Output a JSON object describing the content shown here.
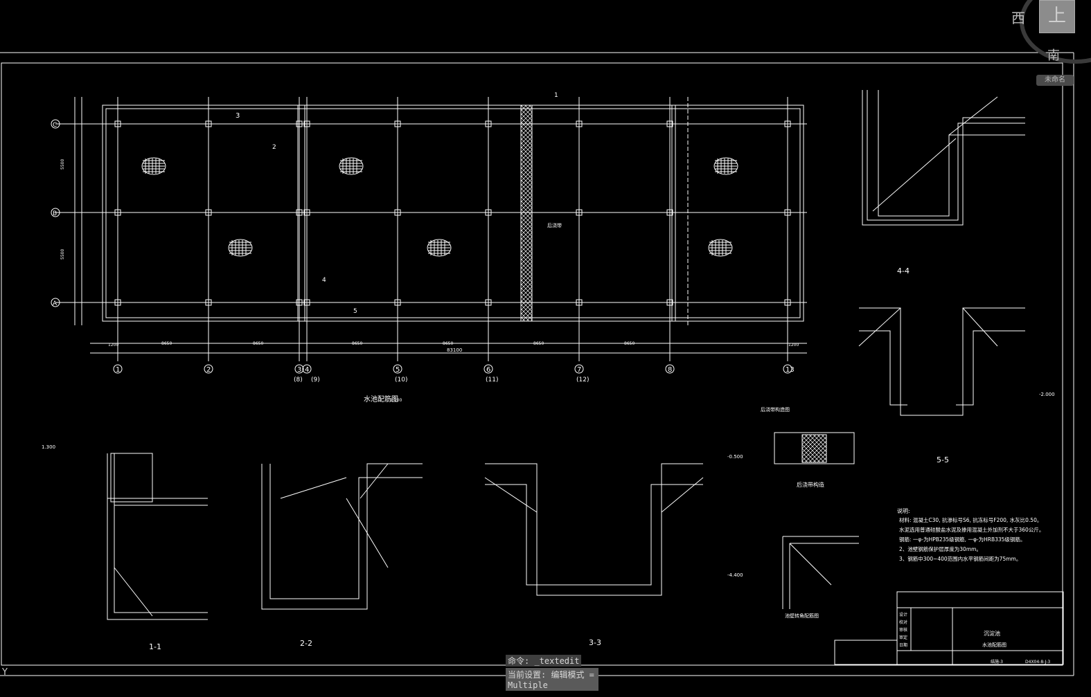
{
  "viewcube": {
    "top_face": "上",
    "west": "西",
    "south": "南",
    "named_view": "未命名"
  },
  "command": {
    "history": "命令: _textedit",
    "current": "当前设置: 编辑模式 = Multiple"
  },
  "ucs": {
    "y": "Y"
  },
  "plan": {
    "title": "水池配筋图",
    "scale": "1:100",
    "rows": [
      "C",
      "B",
      "A"
    ],
    "row_dims": [
      "5500",
      "5500"
    ],
    "total_dim": "83100",
    "span_dims": [
      "8650",
      "8650",
      "8650",
      "8650",
      "8650",
      "8650"
    ],
    "end_dims": [
      "1200",
      "1200"
    ],
    "axis_labels": [
      "1",
      "2",
      "3",
      "4",
      "5",
      "6",
      "7",
      "8",
      "13"
    ],
    "sub_labels": [
      "8",
      "9",
      "10",
      "11",
      "12"
    ],
    "post_band_label": "后浇带",
    "cut_marks": [
      "1",
      "2",
      "3",
      "4",
      "5"
    ]
  },
  "sections": {
    "s11": "1-1",
    "s22": "2-2",
    "s33": "3-3",
    "s44": "4-4",
    "s55": "5-5",
    "post_pour": "后浇带构造",
    "corner": "池壁转角配筋图",
    "post_pour_head": "后浇带构造图"
  },
  "levels": {
    "l1": "1.300",
    "l2": "-0.500",
    "l3": "-4.400",
    "l4": "-2.000"
  },
  "notes": {
    "title": "说明:",
    "lines": [
      "材料: 混凝土C30, 抗渗标号S6, 抗冻标号F200,     水灰比0.50。",
      "     水泥选用普通硅酸盐水泥及掺用混凝土外加剂不大于360公斤。",
      "钢筋: 一φ-为HPB235级钢筋, 一φ-为HRB335级钢筋。",
      "2、池壁钢筋保护层厚度为30mm。",
      "3、钢筋中300~400范围内水平钢筋间距为75mm。"
    ]
  },
  "title_block": {
    "project": "沉淀池",
    "drawing": "水池配筋图",
    "code": "D4X04-8-J-3",
    "drawing_no": "结施-3",
    "labels": [
      "设计",
      "校对",
      "审核",
      "审定",
      "日期"
    ]
  }
}
